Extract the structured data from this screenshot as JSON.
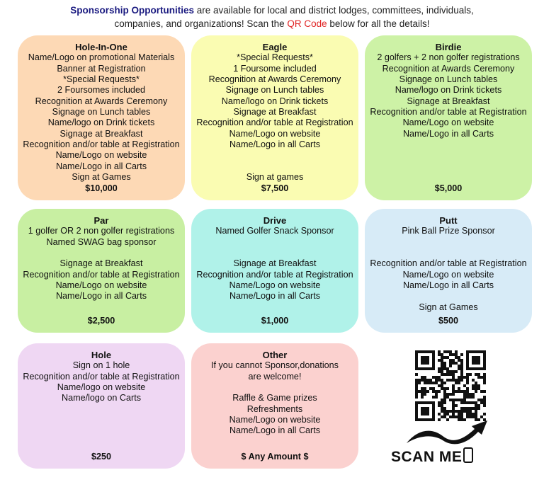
{
  "intro": {
    "highlight": "Sponsorship Opportunities",
    "text1": " are available for local and district lodges, committees, individuals,",
    "text2": "companies, and organizations! Scan the ",
    "qr_link": "QR Code",
    "text3": " below for all the details!"
  },
  "cards": [
    {
      "title": "Hole-In-One",
      "color": "#fdd9b5",
      "lines": [
        "Name/Logo on promotional Materials",
        "Banner at Registration",
        "*Special Requests*",
        "2 Foursomes included",
        "Recognition at Awards Ceremony",
        "Signage on Lunch tables",
        "Name/logo on Drink tickets",
        "Signage at Breakfast",
        "Recognition and/or table at Registration",
        "Name/Logo on website",
        "Name/Logo in all Carts",
        "Sign at Games"
      ],
      "price": "$10,000"
    },
    {
      "title": "Eagle",
      "color": "#fafcb2",
      "lines": [
        "*Special Requests*",
        "1 Foursome included",
        "Recognition at Awards Ceremony",
        "Signage on Lunch tables",
        "Name/logo on Drink tickets",
        "Signage at Breakfast",
        "Recognition and/or table at Registration",
        "Name/Logo on website",
        "Name/Logo in all Carts",
        "",
        "",
        "Sign at games"
      ],
      "price": "$7,500"
    },
    {
      "title": "Birdie",
      "color": "#cdf2a6",
      "lines": [
        "2 golfers + 2 non golfer registrations",
        "Recognition at Awards Ceremony",
        "Signage on Lunch tables",
        "Name/logo on Drink tickets",
        "Signage at Breakfast",
        "Recognition and/or table at Registration",
        "Name/Logo on website",
        "Name/Logo in all Carts"
      ],
      "price": "$5,000"
    },
    {
      "title": "Par",
      "color": "#c8efa2",
      "lines": [
        "1 golfer OR 2 non golfer registrations",
        "Named SWAG bag sponsor",
        "",
        "Signage at Breakfast",
        "Recognition and/or table at Registration",
        "Name/Logo on website",
        "Name/Logo in all Carts"
      ],
      "price": "$2,500"
    },
    {
      "title": "Drive",
      "color": "#b0f2e9",
      "lines": [
        "Named Golfer Snack Sponsor",
        "",
        "",
        "Signage at Breakfast",
        "Recognition and/or table at Registration",
        "Name/Logo on website",
        "Name/Logo in all Carts"
      ],
      "price": "$1,000"
    },
    {
      "title": "Putt",
      "color": "#d7ebf7",
      "lines": [
        "Pink Ball Prize Sponsor",
        "",
        "",
        "Recognition and/or table at Registration",
        "Name/Logo on website",
        "Name/Logo in all Carts",
        "",
        "Sign at Games"
      ],
      "price": "$500"
    },
    {
      "title": "Hole",
      "color": "#efd7f3",
      "lines": [
        "Sign on 1 hole",
        "Recognition and/or table at Registration",
        "Name/logo on website",
        "Name/logo on Carts"
      ],
      "price": "$250"
    },
    {
      "title": "Other",
      "color": "#fbd1cf",
      "lines": [
        "If you cannot Sponsor,donations",
        "are welcome!",
        "",
        "Raffle & Game prizes",
        "Refreshments",
        "Name/Logo on website",
        "Name/Logo in all Carts"
      ],
      "price": "$ Any Amount $"
    }
  ],
  "qr": {
    "label": "SCAN ME",
    "icon": "phone-icon"
  }
}
